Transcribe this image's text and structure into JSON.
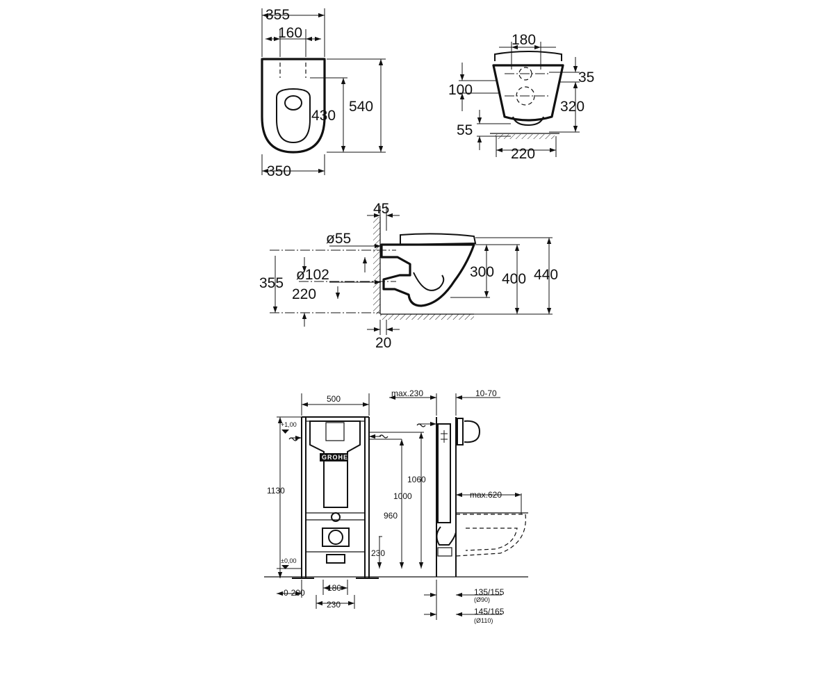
{
  "top_view": {
    "overall_width": "355",
    "fixing_spacing": "160",
    "length": "540",
    "seat_length": "430",
    "base_width": "350"
  },
  "rear_view": {
    "top_width": "180",
    "top_offset": "35",
    "hole_spacing": "100",
    "height": "320",
    "bottom_offset": "55",
    "base_width": "220"
  },
  "side_view": {
    "wall_gap": "45",
    "inlet_diameter": "ø55",
    "outlet_diameter": "ø102",
    "inlet_height": "355",
    "outlet_height": "220",
    "floor_gap": "20",
    "seat_height": "300",
    "rim_height": "400",
    "total_height": "440"
  },
  "frame_front": {
    "frame_width": "500",
    "level_top": "+1,00",
    "level_floor": "±0,00",
    "frame_height": "1130",
    "height_1060": "1060",
    "height_1000": "1000",
    "height_960": "960",
    "drain_height": "230",
    "adjust_range": "0-200",
    "drain_spacing": "180",
    "bolt_spacing": "230",
    "brand": "GROHE"
  },
  "frame_side": {
    "max_depth": "max.230",
    "wall_thickness": "10-70",
    "max_projection": "max.620",
    "pipe_90": "135/155",
    "pipe_90_dia": "(Ø90)",
    "pipe_110": "145/165",
    "pipe_110_dia": "(Ø110)"
  }
}
